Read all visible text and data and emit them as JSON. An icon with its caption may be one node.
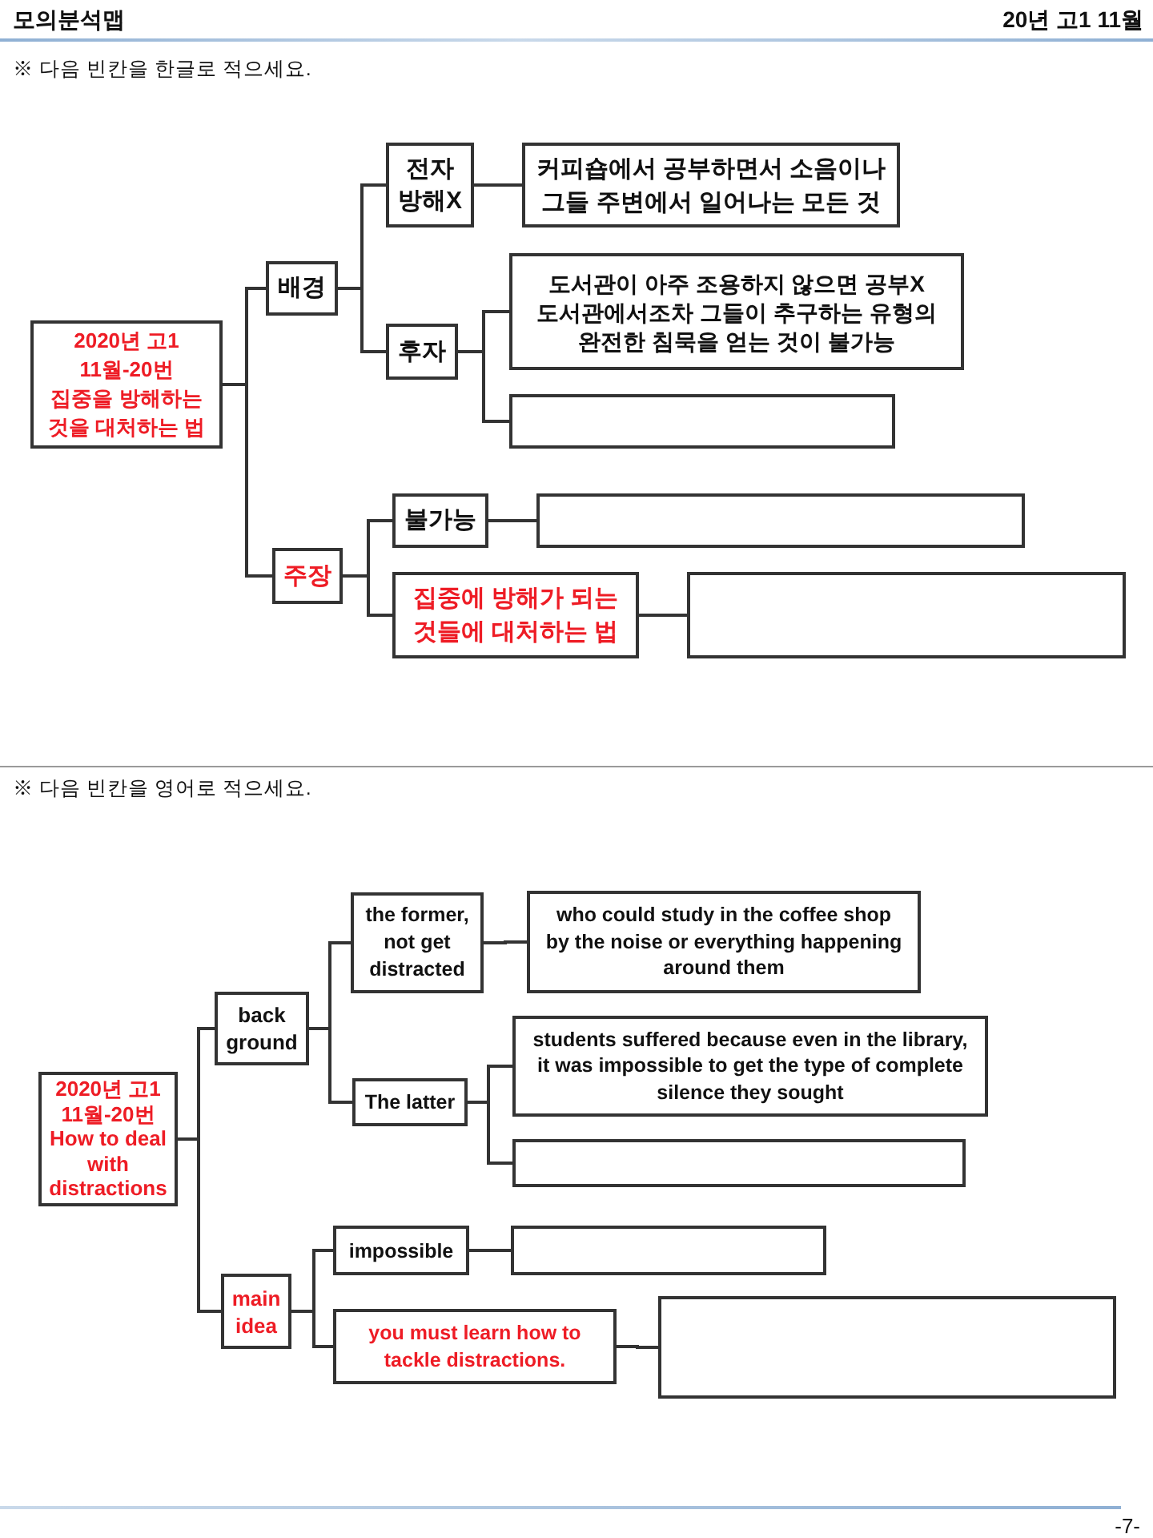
{
  "diagram": {
    "nodes": [
      {
        "text": [
          "2020년 고1 11월-20번 집중을 방해하는 것을 대처하는 법"
        ]
      },
      {
        "text": [
          "배경"
        ]
      },
      {
        "text": [
          "전자 방해X"
        ]
      },
      {
        "text": [
          "커피숍에서 공부하면서 소음이나 그들 주변에서 일어나는 모든 것"
        ]
      },
      {
        "text": [
          "후자"
        ]
      },
      {
        "text": [
          "도서관이 아주 조용하지 않으면 공부X 도서관에서조차 그들이 추구하는 유형의 완전한 침묵을 얻는 것이 불가능"
        ]
      },
      {
        "text": [],
        "shape": "box"
      },
      {
        "text": [
          "주장"
        ]
      },
      {
        "text": [
          "불가능"
        ]
      },
      {
        "text": [],
        "shape": "box"
      },
      {
        "text": [
          "집중에 방해가 되는 것들에 대처하는 법"
        ]
      },
      {
        "text": [],
        "shape": "box"
      },
      {
        "text": [
          "2020년 고1 11월-20번 How to deal with distractions"
        ]
      },
      {
        "text": [
          "back ground"
        ]
      },
      {
        "text": [
          "the former, not get distracted"
        ]
      },
      {
        "text": [
          "who could study in the coffee shop by the noise or everything happening around them"
        ]
      },
      {
        "text": [
          "The latter"
        ]
      },
      {
        "text": [
          "students suffered because even in the library, it was impossible to get the type of complete silence they sought"
        ]
      },
      {
        "text": [],
        "shape": "box"
      },
      {
        "text": [
          "main idea"
        ]
      },
      {
        "text": [
          "impossible"
        ]
      },
      {
        "text": [],
        "shape": "box"
      },
      {
        "text": [
          "you must learn how to tackle distractions."
        ]
      },
      {
        "text": [],
        "shape": "box"
      }
    ],
    "edges": [
      {
        "from": 0,
        "to": 1,
        "arrow": "none"
      },
      {
        "from": 0,
        "to": 7,
        "arrow": "none"
      },
      {
        "from": 1,
        "to": 2,
        "arrow": "none"
      },
      {
        "from": 1,
        "to": 4,
        "arrow": "none"
      },
      {
        "from": 2,
        "to": 3,
        "arrow": "none"
      },
      {
        "from": 4,
        "to": 5,
        "arrow": "none"
      },
      {
        "from": 4,
        "to": 6,
        "arrow": "none"
      },
      {
        "from": 7,
        "to": 8,
        "arrow": "none"
      },
      {
        "from": 7,
        "to": 10,
        "arrow": "none"
      },
      {
        "from": 8,
        "to": 9,
        "arrow": "none"
      },
      {
        "from": 10,
        "to": 11,
        "arrow": "none"
      },
      {
        "from": 12,
        "to": 13,
        "arrow": "none"
      },
      {
        "from": 12,
        "to": 19,
        "arrow": "none"
      },
      {
        "from": 13,
        "to": 14,
        "arrow": "none"
      },
      {
        "from": 13,
        "to": 16,
        "arrow": "none"
      },
      {
        "from": 14,
        "to": 15,
        "arrow": "none"
      },
      {
        "from": 16,
        "to": 17,
        "arrow": "none"
      },
      {
        "from": 16,
        "to": 18,
        "arrow": "none"
      },
      {
        "from": 19,
        "to": 20,
        "arrow": "none"
      },
      {
        "from": 19,
        "to": 22,
        "arrow": "none"
      },
      {
        "from": 20,
        "to": 21,
        "arrow": "none"
      },
      {
        "from": 22,
        "to": 23,
        "arrow": "none"
      }
    ],
    "labels": [
      "모의분석맵",
      "20년 고1 11월",
      "※ 다음 빈칸을 한글로 적으세요.",
      "※ 다음 빈칸을 영어로 적으세요.",
      "-7-"
    ]
  }
}
